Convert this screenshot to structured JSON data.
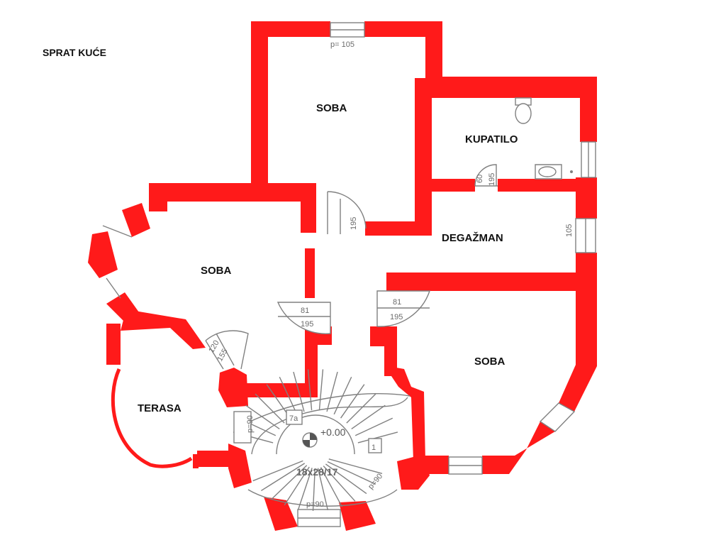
{
  "title": "SPRAT KUĆE",
  "rooms": {
    "soba_top": "SOBA",
    "kupatilo": "KUPATILO",
    "degazman": "DEGAŽMAN",
    "soba_left": "SOBA",
    "soba_right": "SOBA",
    "terasa": "TERASA"
  },
  "dimensions": {
    "window_top": "p= 105",
    "bath_door_w": "60",
    "bath_door_h": "195",
    "hall_door_h": "195",
    "window_right": "105",
    "door_left_w": "81",
    "door_left_h": "195",
    "door_right_w": "81",
    "door_right_h": "195",
    "terrace_door_w": "120",
    "terrace_door_h": "155",
    "stair_window_left": "p=90",
    "stair_window_bottom": "p=90",
    "stair_window_right": "p=90"
  },
  "stairs": {
    "spec": "18x28/17",
    "level": "+0.00",
    "step_first": "1",
    "step_top": "7a"
  },
  "colors": {
    "wall": "#ff1a1a",
    "fixture": "#808080"
  }
}
